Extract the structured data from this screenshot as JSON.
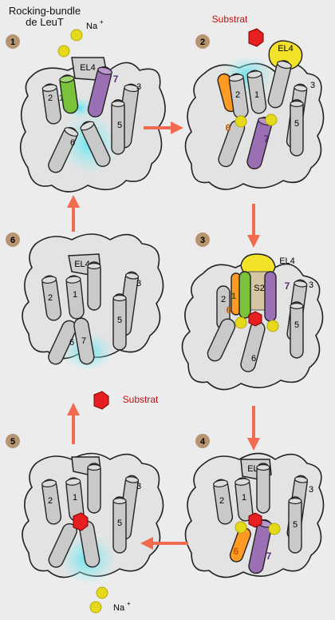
{
  "title": {
    "line1": "Rocking-bundle",
    "line2": "de LeuT"
  },
  "labels": {
    "na": "Na",
    "na_charge": "+",
    "substrat": "Substrat",
    "el4": "EL4",
    "s2": "S2",
    "h1": "1",
    "h2": "2",
    "h3": "3",
    "h5": "5",
    "h6": "6",
    "h7": "7"
  },
  "steps": [
    "1",
    "2",
    "3",
    "4",
    "5",
    "6"
  ],
  "colors": {
    "background": "#ececec",
    "membrane": "#e3e3e3",
    "helix": "#c9c9c9",
    "tm1": "#7ac23a",
    "tm6": "#ff9a22",
    "tm7": "#9b6fb3",
    "el4_yellow": "#f2e22a",
    "sodium": "#e6d81b",
    "substrate": "#e62020",
    "pore": "#7fe6ee",
    "arrow": "#f26b4e",
    "step_badge": "#b79471"
  }
}
